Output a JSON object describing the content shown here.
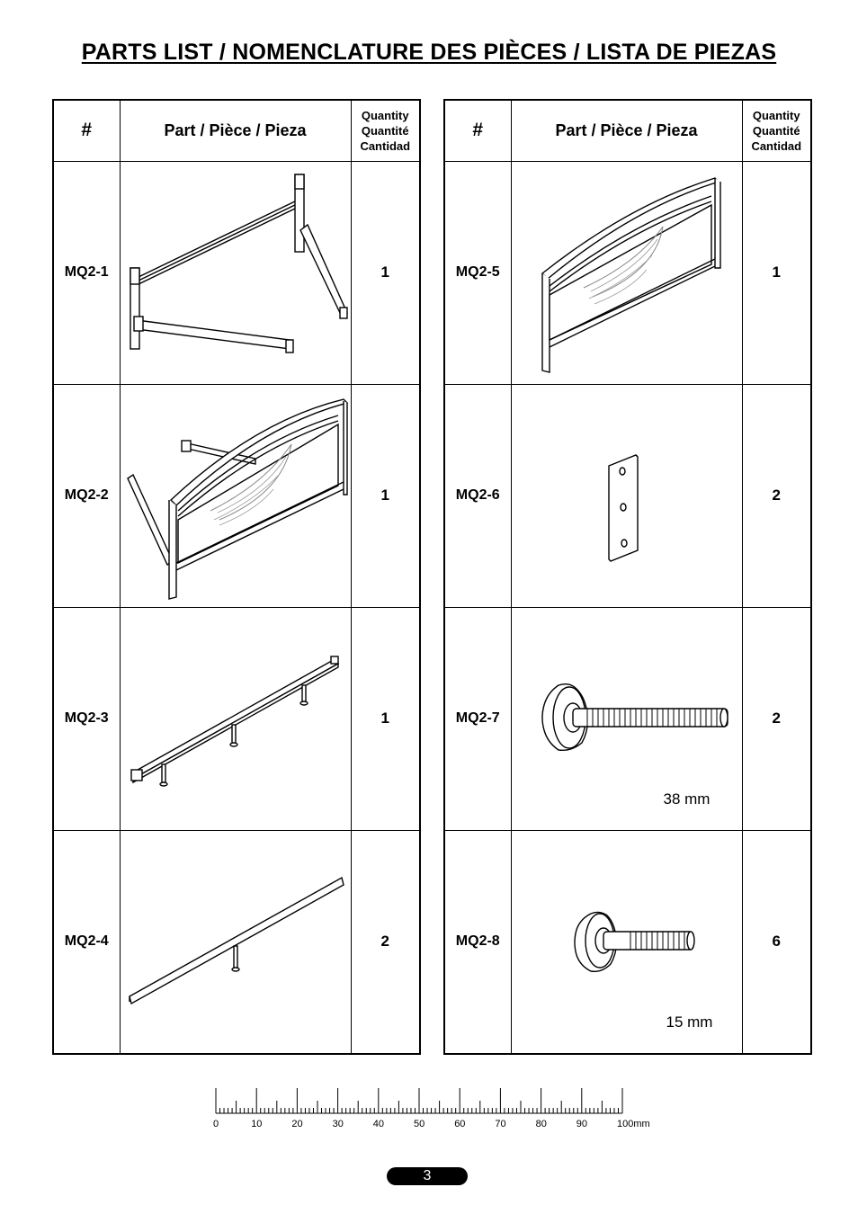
{
  "page_title": "PARTS LIST  /  NOMENCLATURE DES PIÈCES  /  LISTA DE PIEZAS",
  "table_headers": {
    "number": "#",
    "part": "Part / Pièce / Pieza",
    "quantity_lines": [
      "Quantity",
      "Quantité",
      "Cantidad"
    ]
  },
  "left_parts": [
    {
      "code": "MQ2-1",
      "quantity": "1",
      "icon": "bed-side-frame-illustration"
    },
    {
      "code": "MQ2-2",
      "quantity": "1",
      "icon": "headboard-with-rail-illustration"
    },
    {
      "code": "MQ2-3",
      "quantity": "1",
      "icon": "center-rail-with-legs-illustration"
    },
    {
      "code": "MQ2-4",
      "quantity": "2",
      "icon": "slat-with-leg-illustration"
    }
  ],
  "right_parts": [
    {
      "code": "MQ2-5",
      "quantity": "1",
      "icon": "footboard-illustration"
    },
    {
      "code": "MQ2-6",
      "quantity": "2",
      "icon": "connecting-plate-illustration"
    },
    {
      "code": "MQ2-7",
      "quantity": "2",
      "icon": "thumb-screw-long-illustration",
      "size_label": "38 mm"
    },
    {
      "code": "MQ2-8",
      "quantity": "6",
      "icon": "thumb-screw-short-illustration",
      "size_label": "15 mm"
    }
  ],
  "ruler": {
    "labels": [
      "0",
      "10",
      "20",
      "30",
      "40",
      "50",
      "60",
      "70",
      "80",
      "90",
      "100mm"
    ],
    "unit": "mm"
  },
  "page_number": "3"
}
